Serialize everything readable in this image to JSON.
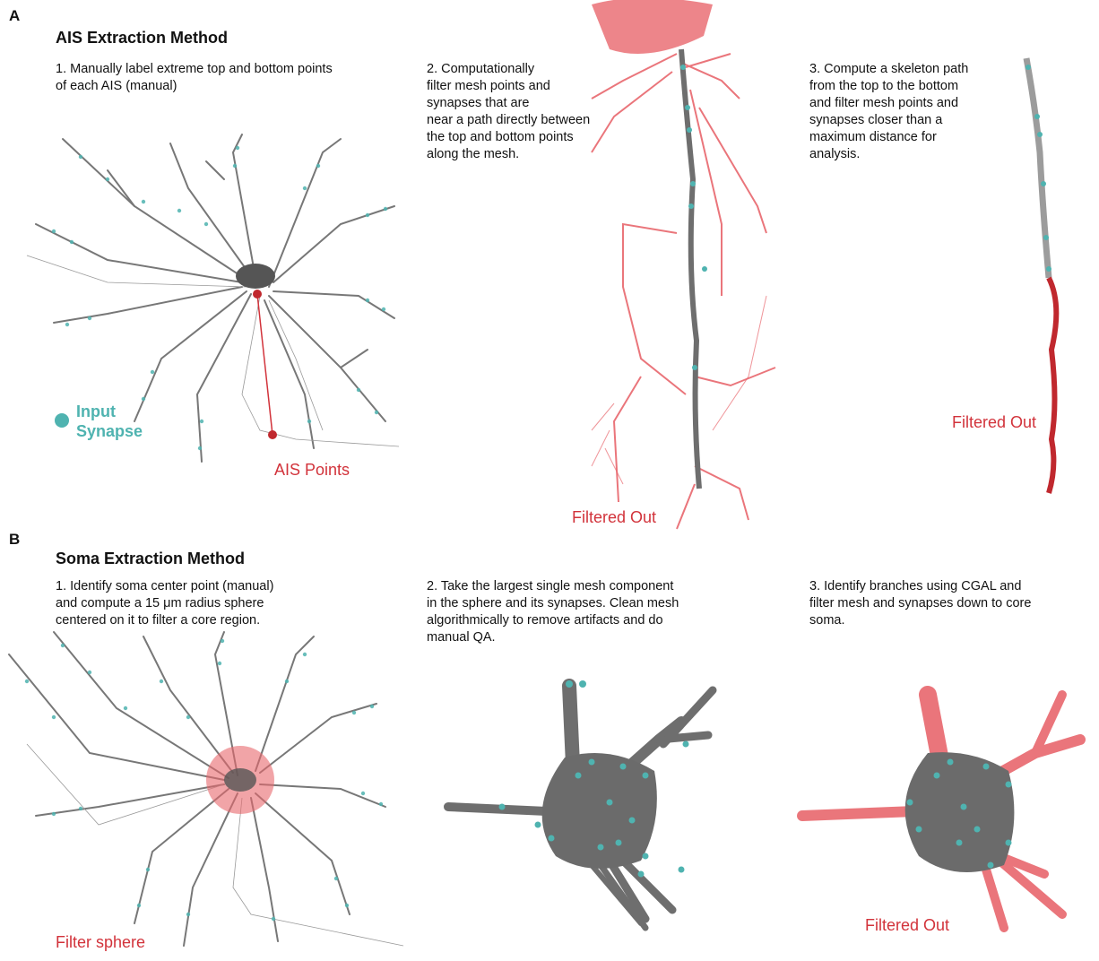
{
  "panels": [
    {
      "letter": "A",
      "title": "AIS Extraction Method",
      "steps": [
        "1. Manually label extreme top and bottom points\nof each AIS (manual)",
        "2. Computationally\nfilter mesh points and\nsynapses that are\nnear a path directly between\nthe top and bottom points\nalong the mesh.",
        "3. Compute a skeleton path\nfrom the top to the bottom\nand filter mesh points and\nsynapses closer than a\nmaximum distance for\nanalysis."
      ],
      "legend_label": "Input\nSynapse",
      "annotations": {
        "ais_points": "AIS Points",
        "filtered_out_step2": "Filtered Out",
        "filtered_out_step3": "Filtered Out"
      }
    },
    {
      "letter": "B",
      "title": "Soma Extraction Method",
      "steps": [
        "1. Identify soma center point (manual)\nand compute a 15 μm radius sphere\ncentered on it to filter a core region.",
        "2. Take the largest single mesh component\nin the sphere and its synapses. Clean mesh\nalgorithmically to remove artifacts and do\nmanual QA.",
        "3. Identify branches using CGAL and\nfilter mesh and synapses down to core\nsoma."
      ],
      "annotations": {
        "filter_sphere": "Filter sphere",
        "filtered_out_step3": "Filtered Out"
      }
    }
  ],
  "colors": {
    "synapse": "#4fb3b0",
    "filtered": "#e8676d",
    "annotation_red": "#d2333b",
    "mesh": "#6e6e6e"
  }
}
